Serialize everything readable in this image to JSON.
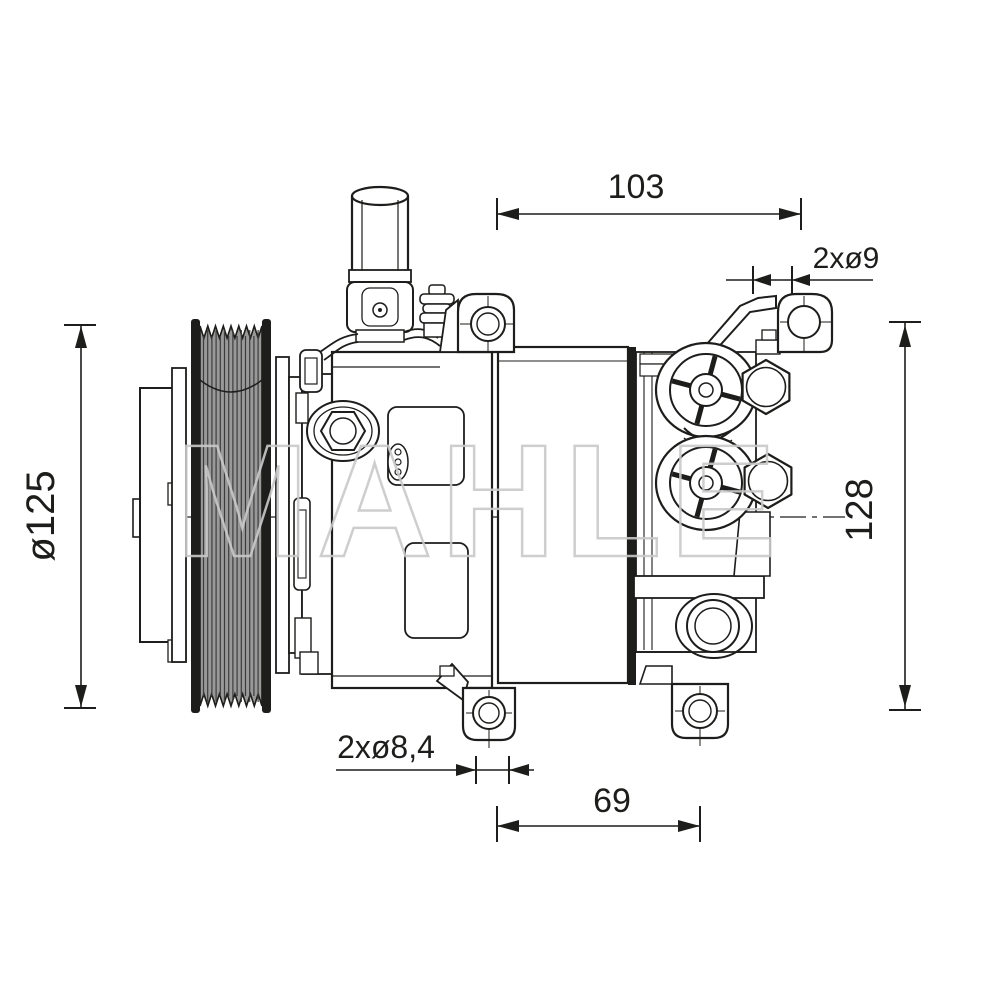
{
  "meta": {
    "title": "A/C compressor technical drawing, side view",
    "type": "dimensioned engineering line drawing"
  },
  "watermark": "MAHLE",
  "colors": {
    "background": "#ffffff",
    "line": "#1d1d1b",
    "pulley_fill": "#999999",
    "rib_line": "#3c3c3c",
    "watermark": "#c9c9c9"
  },
  "dimensions": {
    "top_width": {
      "label": "103"
    },
    "top_rear_hole": {
      "label": "2xø9"
    },
    "pulley_diameter": {
      "label": "ø125"
    },
    "mount_height": {
      "label": "128"
    },
    "bottom_hole": {
      "label": "2xø8,4"
    },
    "bottom_span": {
      "label": "69"
    }
  }
}
